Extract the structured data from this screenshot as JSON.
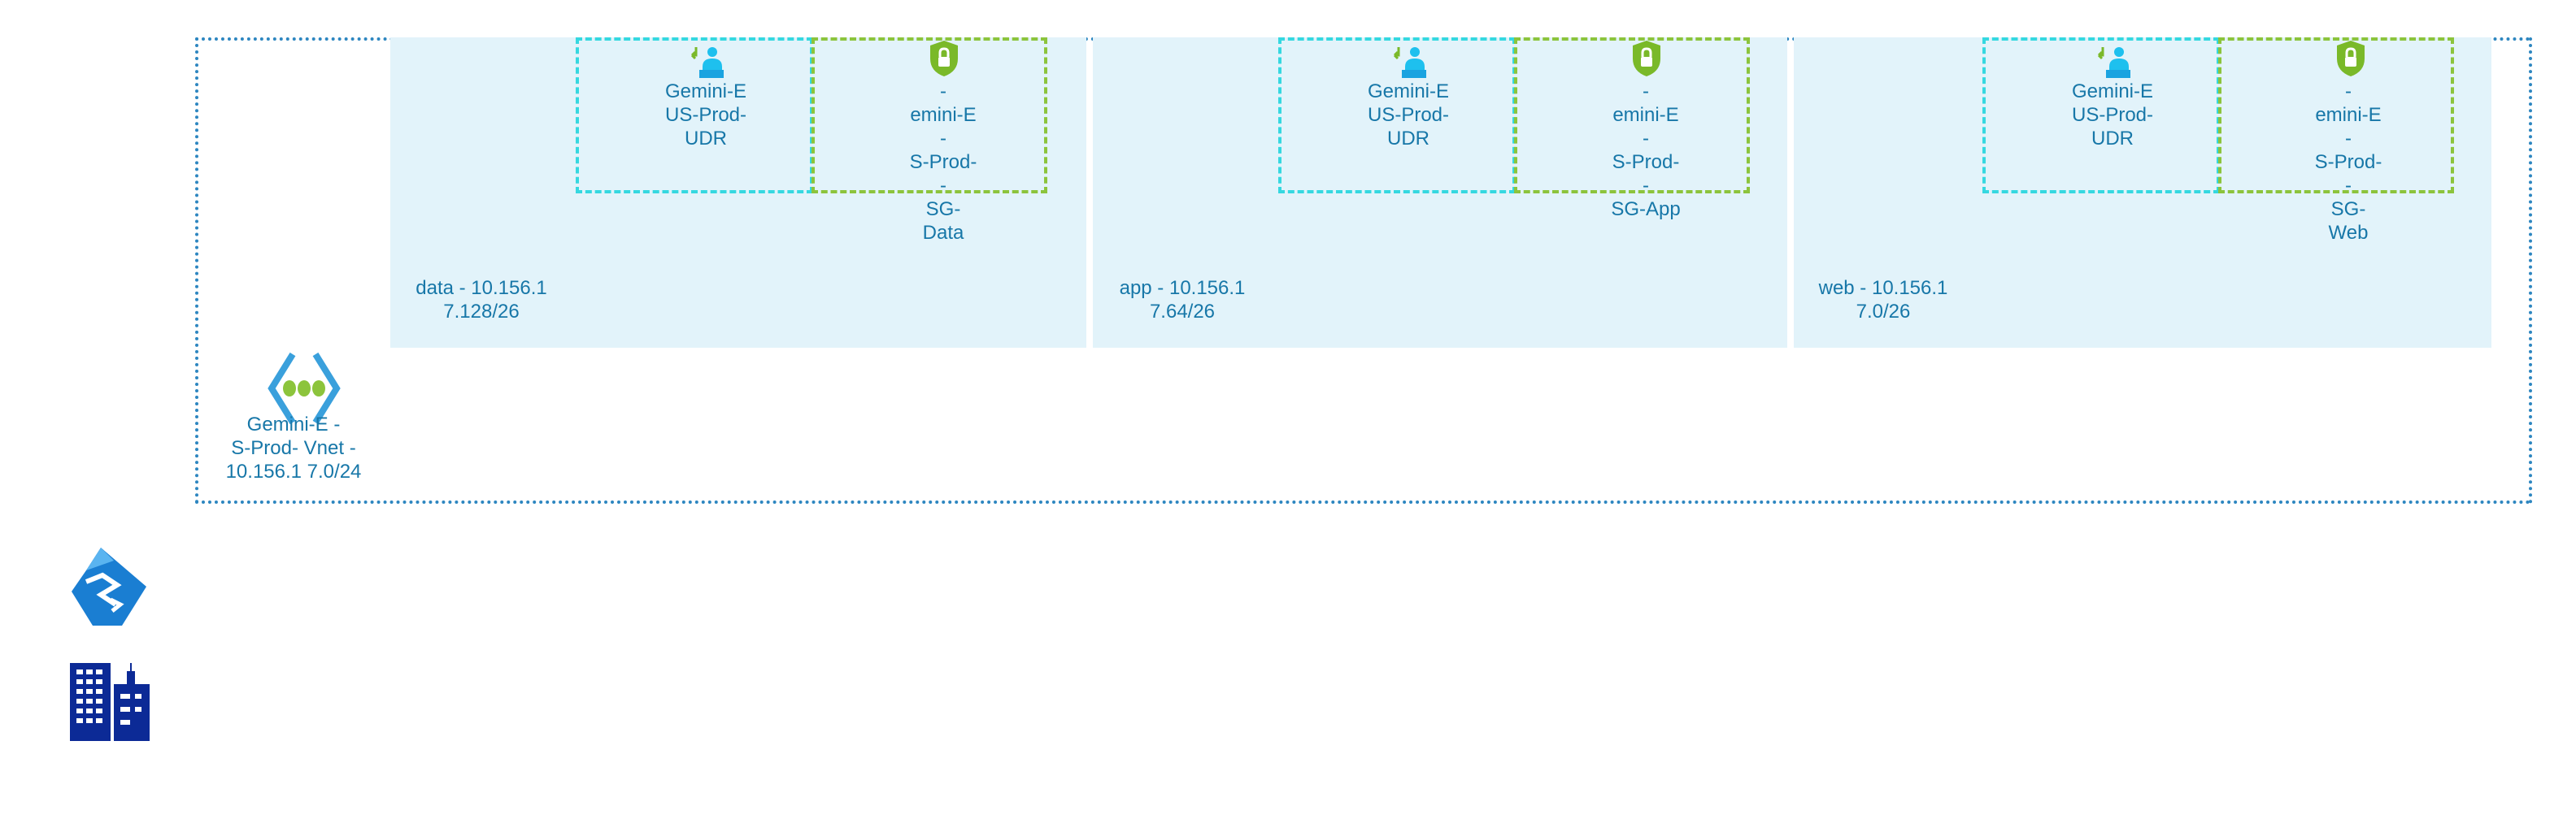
{
  "vnet": {
    "label_lines": [
      "Gemini-E -",
      "S-Prod- Vnet -",
      "10.156.1 7.0/24"
    ]
  },
  "subnets": [
    {
      "label_lines": [
        "data - 10.156.1",
        "7.128/26"
      ],
      "udr_lines": [
        "Gemini-E",
        "US-Prod-",
        "UDR"
      ],
      "nsg_lines": [
        "-",
        "emini-E",
        "-",
        "S-Prod-",
        "-",
        "SG-",
        "Data"
      ]
    },
    {
      "label_lines": [
        "app - 10.156.1",
        "7.64/26"
      ],
      "udr_lines": [
        "Gemini-E",
        "US-Prod-",
        "UDR"
      ],
      "nsg_lines": [
        "-",
        "emini-E",
        "-",
        "S-Prod-",
        "-",
        "SG-App"
      ]
    },
    {
      "label_lines": [
        "web - 10.156.1",
        "7.0/26"
      ],
      "udr_lines": [
        "Gemini-E",
        "US-Prod-",
        "UDR"
      ],
      "nsg_lines": [
        "-",
        "emini-E",
        "-",
        "S-Prod-",
        "-",
        "SG-",
        "Web"
      ]
    }
  ],
  "colors": {
    "text": "#1777a8",
    "vnet_border": "#2d86c0",
    "subnet_fill": "#e2f3fa",
    "udr_border": "#35d8e0",
    "nsg_border": "#8cc43c",
    "nsg_shield": "#7ab929",
    "udr_icon": "#1ec0ee",
    "building": "#0c2a96",
    "gateway": "#1a7ed2"
  },
  "icons": [
    "route-table-icon",
    "nsg-shield-icon",
    "vnet-icon",
    "vpn-gateway-icon",
    "building-icon"
  ]
}
